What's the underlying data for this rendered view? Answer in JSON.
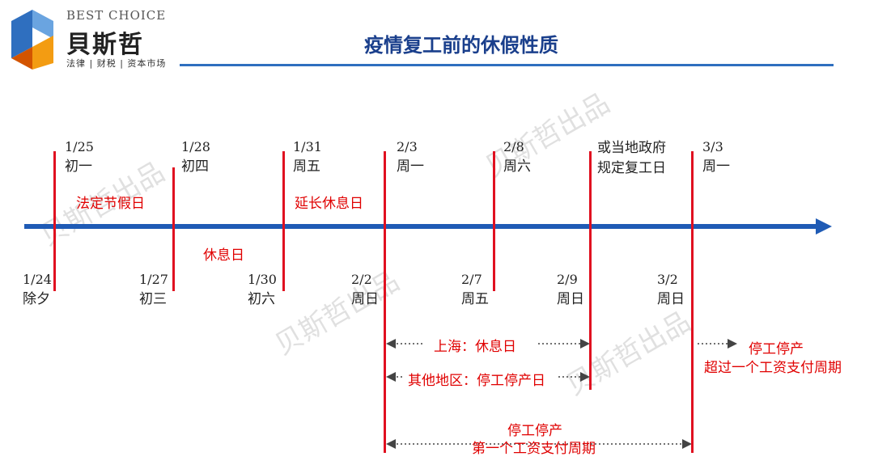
{
  "brand": {
    "name_en": "BEST CHOICE",
    "name_cn": "貝斯哲",
    "tagline": "法律 | 财税 | 资本市场"
  },
  "title": "疫情复工前的休假性质",
  "top_labels": [
    {
      "date": "1/25",
      "day": "初一"
    },
    {
      "date": "1/28",
      "day": "初四"
    },
    {
      "date": "1/31",
      "day": "周五"
    },
    {
      "date": "2/3",
      "day": "周一"
    },
    {
      "date": "2/8",
      "day": "周六"
    },
    {
      "line1": "或当地政府",
      "line2": "规定复工日"
    },
    {
      "date": "3/3",
      "day": "周一"
    }
  ],
  "bottom_labels": [
    {
      "date": "1/24",
      "day": "除夕"
    },
    {
      "date": "1/27",
      "day": "初三"
    },
    {
      "date": "1/30",
      "day": "初六"
    },
    {
      "date": "2/2",
      "day": "周日"
    },
    {
      "date": "2/7",
      "day": "周五"
    },
    {
      "date": "2/9",
      "day": "周日"
    },
    {
      "date": "3/2",
      "day": "周日"
    }
  ],
  "periods": {
    "legal_holiday": "法定节假日",
    "extended_rest": "延长休息日",
    "rest_day": "休息日",
    "shanghai": "上海：休息日",
    "other_regions": "其他地区：停工停产日",
    "stop_work_1": "停工停产",
    "first_pay_cycle": "第一个工资支付周期",
    "stop_work_2": "停工停产",
    "beyond_pay_cycle": "超过一个工资支付周期"
  },
  "watermark": "贝斯哲出品",
  "colors": {
    "axis": "#1f5bb5",
    "marker": "#e01020",
    "title": "#1a3f8c",
    "annotation": "#e00000"
  }
}
